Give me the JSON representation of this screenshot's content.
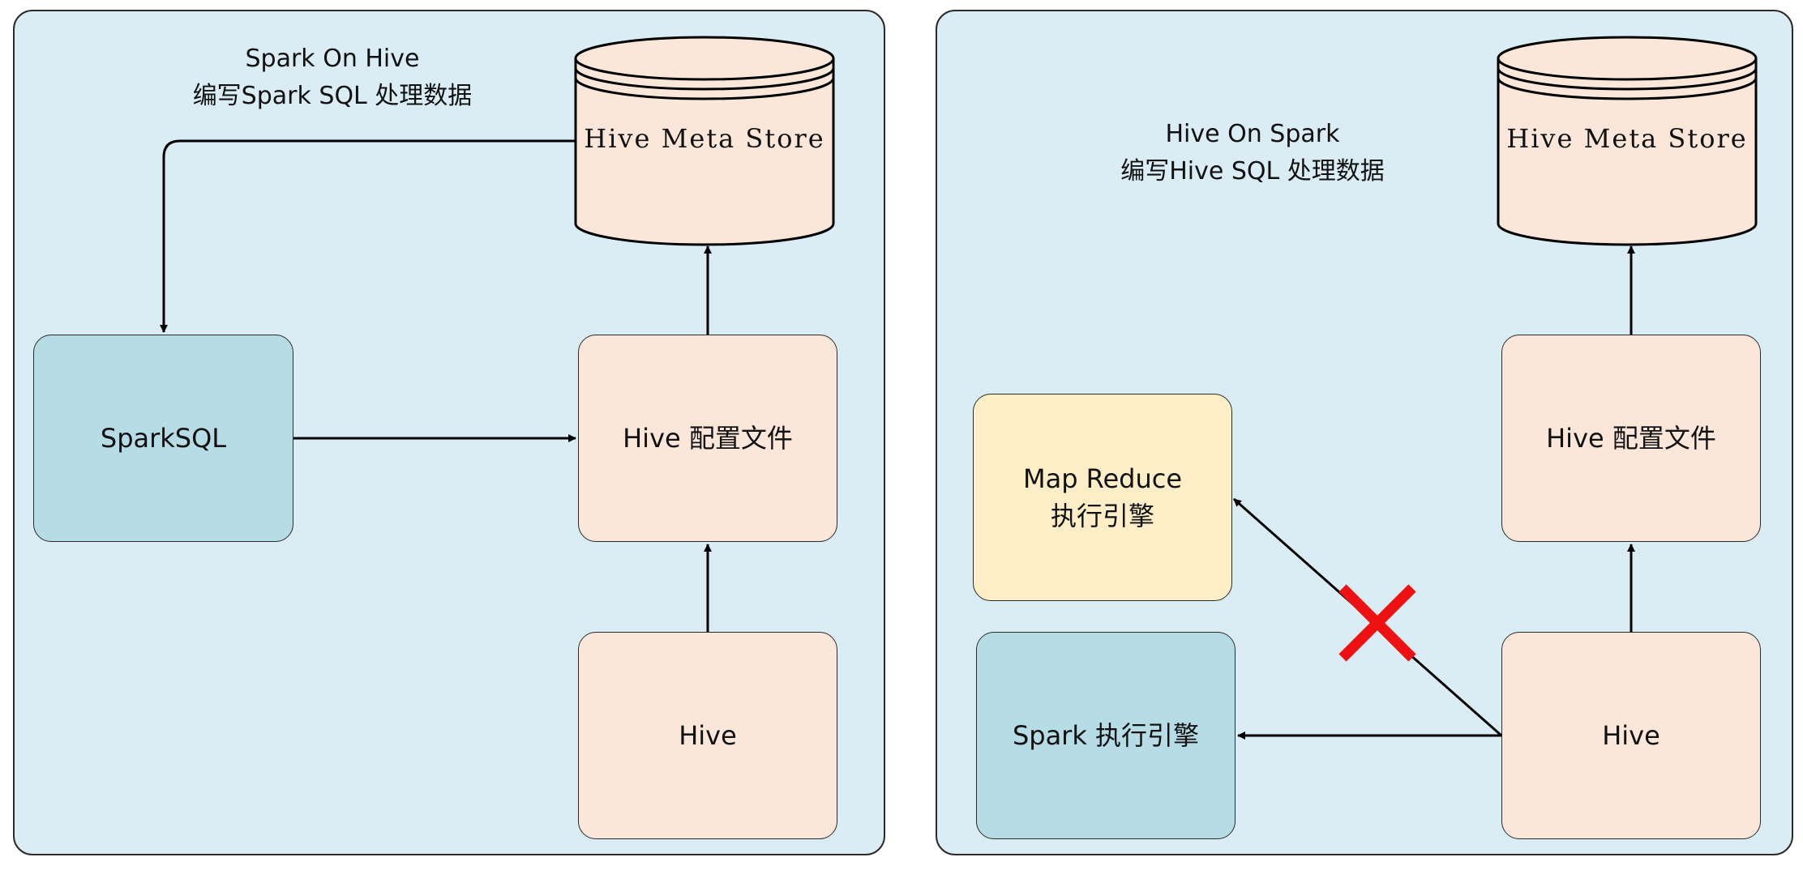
{
  "left_panel": {
    "title_line1": "Spark On Hive",
    "title_line2": "编写Spark SQL 处理数据",
    "metastore_label": "Hive Meta Store",
    "sparksql_label": "SparkSQL",
    "config_label": "Hive 配置文件",
    "hive_label": "Hive"
  },
  "right_panel": {
    "title_line1": "Hive On Spark",
    "title_line2": "编写Hive SQL 处理数据",
    "metastore_label": "Hive Meta Store",
    "config_label": "Hive 配置文件",
    "mapreduce_line1": "Map Reduce",
    "mapreduce_line2": "执行引擎",
    "spark_engine_label": "Spark 执行引擎",
    "hive_label": "Hive"
  },
  "colors": {
    "panel_bg": "#daedf4",
    "peach": "#fbe6da",
    "blue": "#b6dce6",
    "yellow": "#fdeec8",
    "cross": "#ee1111"
  }
}
